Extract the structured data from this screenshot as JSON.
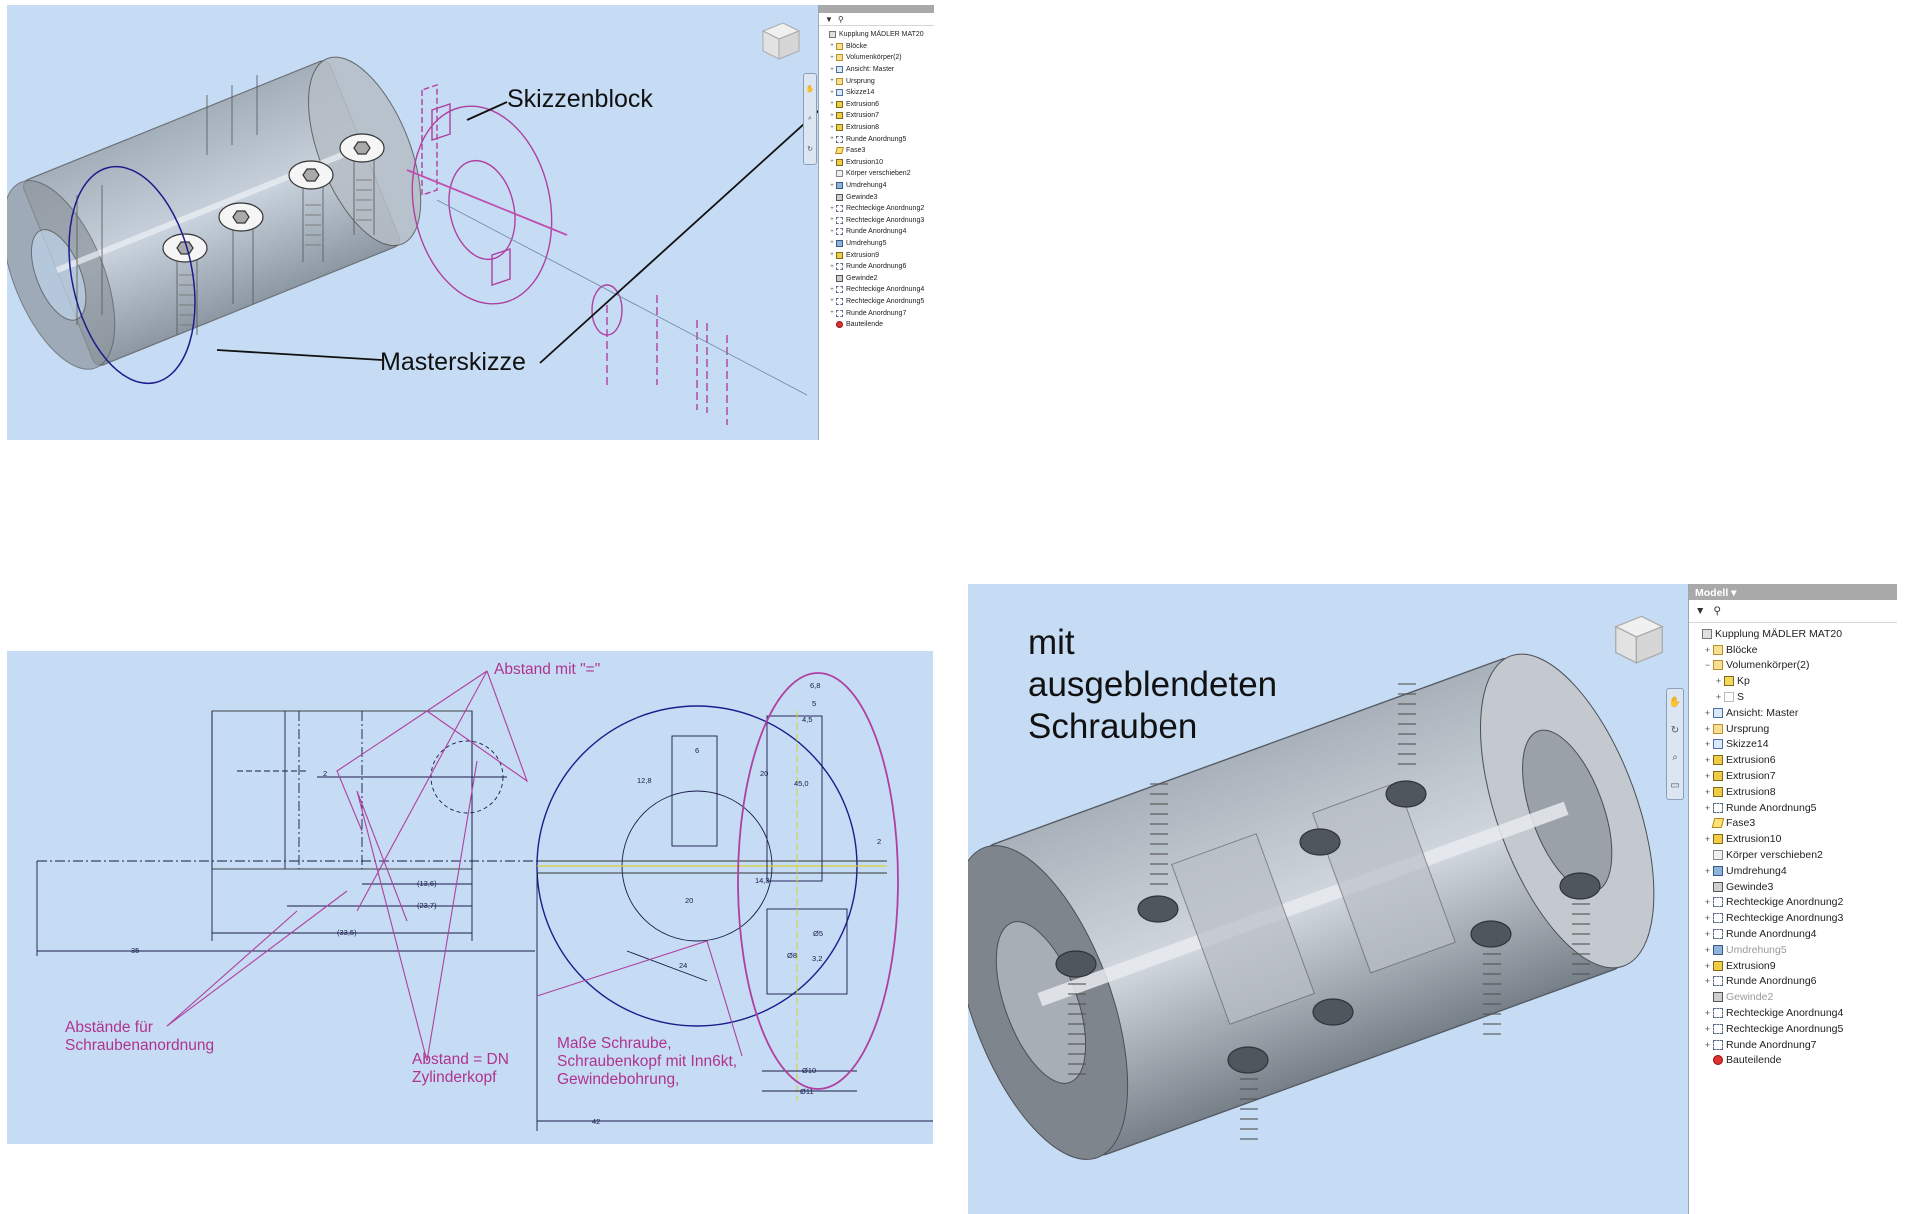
{
  "panel_top_left": {
    "callouts": {
      "sketch_block": "Skizzenblock",
      "master_sketch": "Masterskizze"
    },
    "browser": {
      "items": [
        {
          "label": "Kupplung MÄDLER MAT20",
          "icon": "part-icon",
          "level": 0,
          "exp": ""
        },
        {
          "label": "Blöcke",
          "icon": "blocks-icon",
          "level": 1,
          "exp": "+"
        },
        {
          "label": "Volumenkörper(2)",
          "icon": "solid-bodies-icon",
          "level": 1,
          "exp": "+"
        },
        {
          "label": "Ansicht: Master",
          "icon": "view-icon",
          "level": 1,
          "exp": "+"
        },
        {
          "label": "Ursprung",
          "icon": "origin-folder-icon",
          "level": 1,
          "exp": "+"
        },
        {
          "label": "Skizze14",
          "icon": "sketch-icon",
          "level": 1,
          "exp": "+"
        },
        {
          "label": "Extrusion6",
          "icon": "extrusion-icon",
          "level": 1,
          "exp": "+"
        },
        {
          "label": "Extrusion7",
          "icon": "extrusion-icon",
          "level": 1,
          "exp": "+"
        },
        {
          "label": "Extrusion8",
          "icon": "extrusion-icon",
          "level": 1,
          "exp": "+"
        },
        {
          "label": "Runde Anordnung5",
          "icon": "circular-pattern-icon",
          "level": 1,
          "exp": "+"
        },
        {
          "label": "Fase3",
          "icon": "chamfer-icon",
          "level": 1,
          "exp": ""
        },
        {
          "label": "Extrusion10",
          "icon": "extrusion-icon",
          "level": 1,
          "exp": "+"
        },
        {
          "label": "Körper verschieben2",
          "icon": "move-body-icon",
          "level": 1,
          "exp": ""
        },
        {
          "label": "Umdrehung4",
          "icon": "revolve-icon",
          "level": 1,
          "exp": "+"
        },
        {
          "label": "Gewinde3",
          "icon": "thread-icon",
          "level": 1,
          "exp": ""
        },
        {
          "label": "Rechteckige Anordnung2",
          "icon": "rectangular-pattern-icon",
          "level": 1,
          "exp": "+"
        },
        {
          "label": "Rechteckige Anordnung3",
          "icon": "rectangular-pattern-icon",
          "level": 1,
          "exp": "+"
        },
        {
          "label": "Runde Anordnung4",
          "icon": "circular-pattern-icon",
          "level": 1,
          "exp": "+"
        },
        {
          "label": "Umdrehung5",
          "icon": "revolve-icon",
          "level": 1,
          "exp": "+"
        },
        {
          "label": "Extrusion9",
          "icon": "extrusion-icon",
          "level": 1,
          "exp": "+"
        },
        {
          "label": "Runde Anordnung6",
          "icon": "circular-pattern-icon",
          "level": 1,
          "exp": "+"
        },
        {
          "label": "Gewinde2",
          "icon": "thread-icon",
          "level": 1,
          "exp": ""
        },
        {
          "label": "Rechteckige Anordnung4",
          "icon": "rectangular-pattern-icon",
          "level": 1,
          "exp": "+"
        },
        {
          "label": "Rechteckige Anordnung5",
          "icon": "rectangular-pattern-icon",
          "level": 1,
          "exp": "+"
        },
        {
          "label": "Runde Anordnung7",
          "icon": "circular-pattern-icon",
          "level": 1,
          "exp": "+"
        },
        {
          "label": "Bauteilende",
          "icon": "end-of-part-icon",
          "level": 1,
          "exp": ""
        }
      ]
    }
  },
  "panel_bottom_left": {
    "annotations": {
      "equal_spacing": "Abstand mit \"=\"",
      "screw_spacing": [
        "Abstände für",
        "Schraubenanordnung"
      ],
      "dn_spacing": [
        "Abstand = DN",
        "Zylinderkopf"
      ],
      "screw_dims": [
        "Maße Schraube,",
        "Schraubenkopf mit Inn6kt,",
        "Gewindebohrung,"
      ]
    },
    "dimensions": {
      "d2": "2",
      "d13_6": "(13,6)",
      "d23_7": "(23,7)",
      "d33_5": "(33,5)",
      "d35": "35",
      "d6": "6",
      "d12_8": "12,8",
      "d20a": "20",
      "d20b": "20",
      "d45": "45,0",
      "d14_3": "14,3",
      "d24": "24",
      "d6_8": "6,8",
      "d5": "5",
      "d45_8": "4,5",
      "d2b": "2",
      "d_o5": "Ø5",
      "d_o8": "Ø8",
      "d3_2": "3,2",
      "d_o10": "Ø10",
      "d_o11": "Ø11",
      "d42": "42"
    }
  },
  "panel_right": {
    "caption": [
      "mit",
      "ausgeblendeten",
      "Schrauben"
    ],
    "browser": {
      "header": "Modell ▾",
      "items": [
        {
          "label": "Kupplung MÄDLER MAT20",
          "icon": "part-icon",
          "level": 0,
          "exp": ""
        },
        {
          "label": "Blöcke",
          "icon": "blocks-icon",
          "level": 1,
          "exp": "+"
        },
        {
          "label": "Volumenkörper(2)",
          "icon": "solid-bodies-icon",
          "level": 1,
          "exp": "−"
        },
        {
          "label": "Kp",
          "icon": "body-icon",
          "level": 2,
          "exp": "+"
        },
        {
          "label": "S",
          "icon": "hidden-body-icon",
          "level": 2,
          "exp": "+"
        },
        {
          "label": "Ansicht: Master",
          "icon": "view-icon",
          "level": 1,
          "exp": "+"
        },
        {
          "label": "Ursprung",
          "icon": "origin-folder-icon",
          "level": 1,
          "exp": "+"
        },
        {
          "label": "Skizze14",
          "icon": "sketch-icon",
          "level": 1,
          "exp": "+"
        },
        {
          "label": "Extrusion6",
          "icon": "extrusion-icon",
          "level": 1,
          "exp": "+"
        },
        {
          "label": "Extrusion7",
          "icon": "extrusion-icon",
          "level": 1,
          "exp": "+"
        },
        {
          "label": "Extrusion8",
          "icon": "extrusion-icon",
          "level": 1,
          "exp": "+"
        },
        {
          "label": "Runde Anordnung5",
          "icon": "circular-pattern-icon",
          "level": 1,
          "exp": "+"
        },
        {
          "label": "Fase3",
          "icon": "chamfer-icon",
          "level": 1,
          "exp": ""
        },
        {
          "label": "Extrusion10",
          "icon": "extrusion-icon",
          "level": 1,
          "exp": "+"
        },
        {
          "label": "Körper verschieben2",
          "icon": "move-body-icon",
          "level": 1,
          "exp": ""
        },
        {
          "label": "Umdrehung4",
          "icon": "revolve-icon",
          "level": 1,
          "exp": "+"
        },
        {
          "label": "Gewinde3",
          "icon": "thread-icon",
          "level": 1,
          "exp": ""
        },
        {
          "label": "Rechteckige Anordnung2",
          "icon": "rectangular-pattern-icon",
          "level": 1,
          "exp": "+"
        },
        {
          "label": "Rechteckige Anordnung3",
          "icon": "rectangular-pattern-icon",
          "level": 1,
          "exp": "+"
        },
        {
          "label": "Runde Anordnung4",
          "icon": "circular-pattern-icon",
          "level": 1,
          "exp": "+"
        },
        {
          "label": "Umdrehung5",
          "icon": "revolve-icon",
          "level": 1,
          "exp": "+",
          "disabled": true
        },
        {
          "label": "Extrusion9",
          "icon": "extrusion-icon",
          "level": 1,
          "exp": "+"
        },
        {
          "label": "Runde Anordnung6",
          "icon": "circular-pattern-icon",
          "level": 1,
          "exp": "+"
        },
        {
          "label": "Gewinde2",
          "icon": "thread-icon",
          "level": 1,
          "exp": "",
          "disabled": true
        },
        {
          "label": "Rechteckige Anordnung4",
          "icon": "rectangular-pattern-icon",
          "level": 1,
          "exp": "+"
        },
        {
          "label": "Rechteckige Anordnung5",
          "icon": "rectangular-pattern-icon",
          "level": 1,
          "exp": "+"
        },
        {
          "label": "Runde Anordnung7",
          "icon": "circular-pattern-icon",
          "level": 1,
          "exp": "+"
        },
        {
          "label": "Bauteilende",
          "icon": "end-of-part-icon",
          "level": 1,
          "exp": ""
        }
      ]
    }
  },
  "colors": {
    "viewport_bg": "#c5dcf4",
    "annotation": "#b0338f",
    "sketch_line": "#b040a0",
    "master_sketch": "#1c1c8c"
  }
}
